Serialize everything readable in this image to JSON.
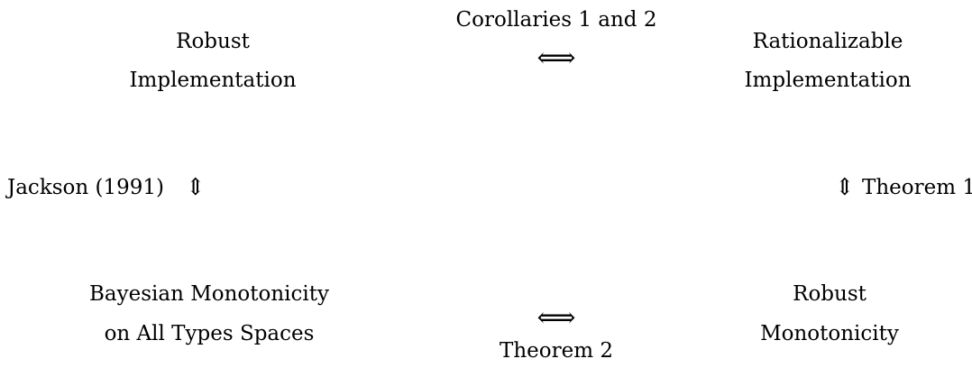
{
  "nodes": {
    "top_left": {
      "line1": "Robust",
      "line2": "Implementation"
    },
    "top_right": {
      "line1": "Rationalizable",
      "line2": "Implementation"
    },
    "bottom_left": {
      "line1": "Bayesian Monotonicity",
      "line2": "on All Types Spaces"
    },
    "bottom_right": {
      "line1": "Robust",
      "line2": "Monotonicity"
    }
  },
  "edges": {
    "top": {
      "label": "Corollaries 1 and 2",
      "arrow": "⟺"
    },
    "bottom": {
      "label": "Theorem 2",
      "arrow": "⟺"
    },
    "left": {
      "label": "Jackson (1991)",
      "arrow": "⇕"
    },
    "right": {
      "label": "Theorem 1",
      "arrow": "⇕"
    }
  }
}
